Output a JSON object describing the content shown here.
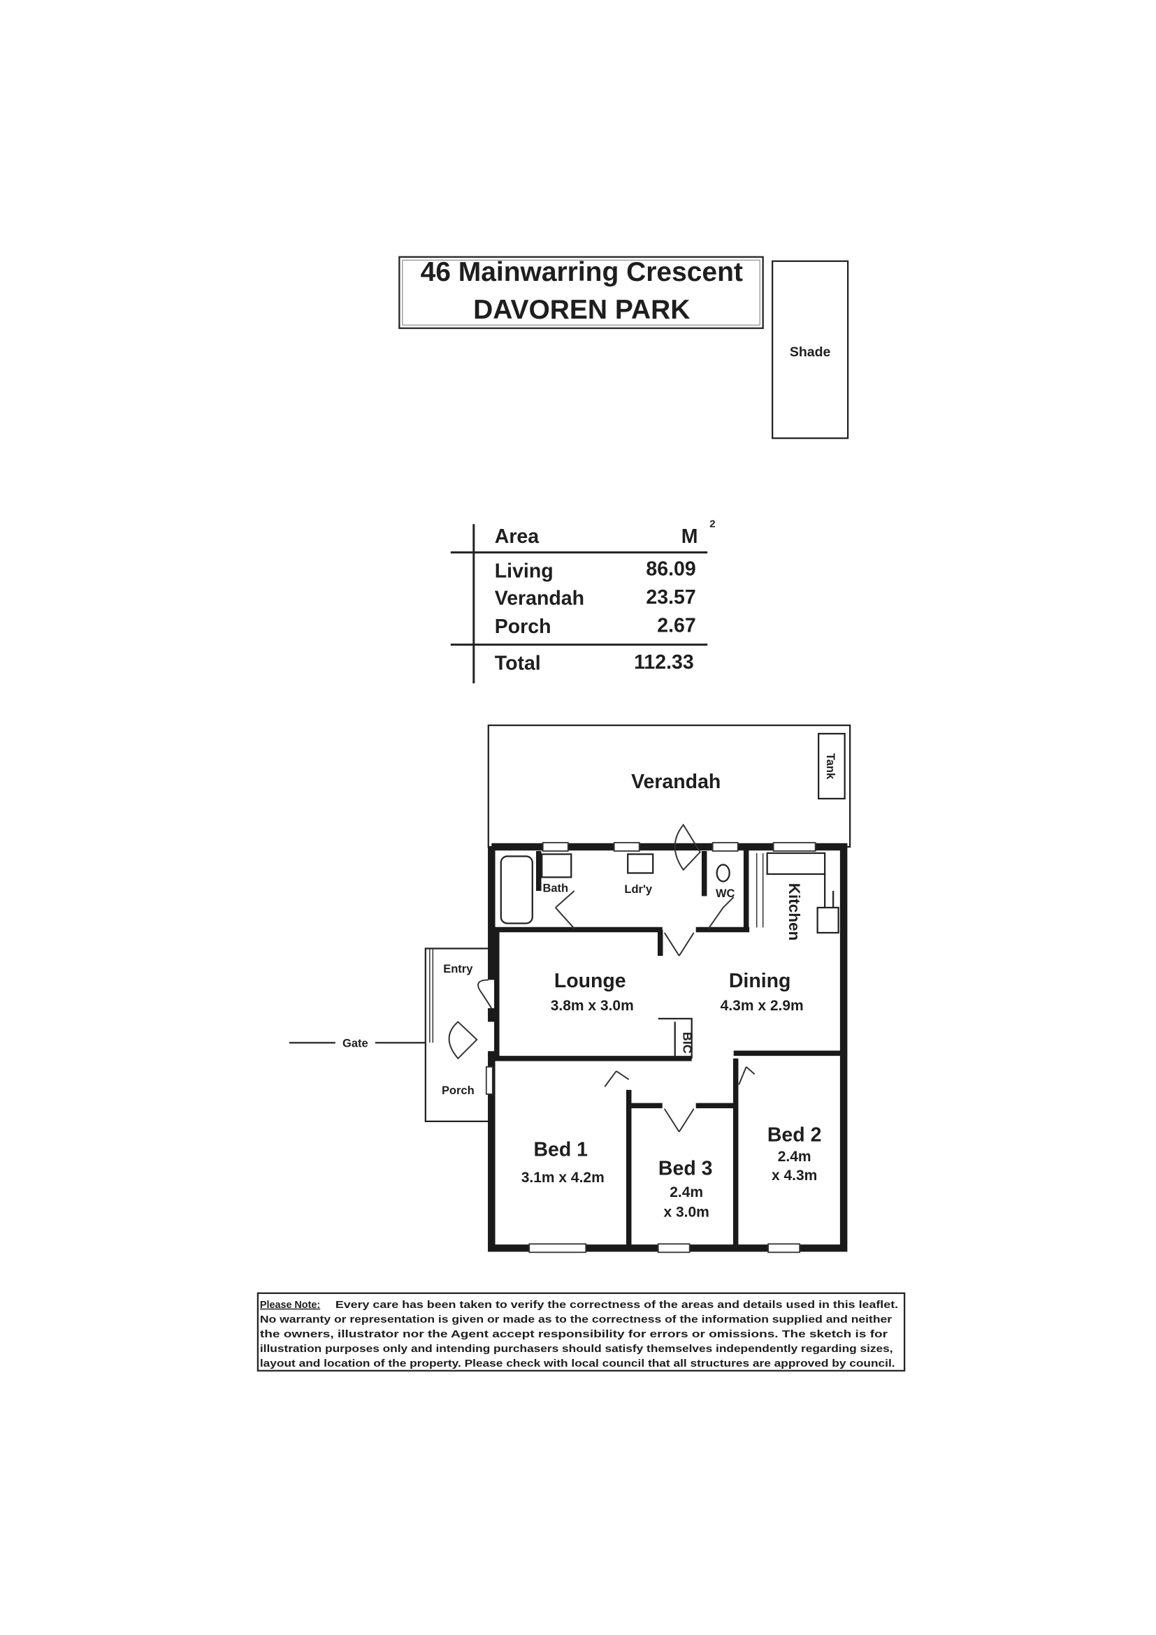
{
  "title": {
    "line1": "46 Mainwarring Crescent",
    "line2": "DAVOREN PARK"
  },
  "shade_label": "Shade",
  "area_table": {
    "header": {
      "label": "Area",
      "unit": "M",
      "unit_sup": "2"
    },
    "rows": [
      {
        "label": "Living",
        "value": "86.09"
      },
      {
        "label": "Verandah",
        "value": "23.57"
      },
      {
        "label": "Porch",
        "value": "2.67"
      }
    ],
    "total": {
      "label": "Total",
      "value": "112.33"
    }
  },
  "floorplan": {
    "verandah": "Verandah",
    "tank": "Tank",
    "bath": "Bath",
    "laundry": "Ldr'y",
    "wc": "WC",
    "kitchen": "Kitchen",
    "lounge": {
      "name": "Lounge",
      "size": "3.8m x 3.0m"
    },
    "dining": {
      "name": "Dining",
      "size": "4.3m x 2.9m"
    },
    "bic": "BIC",
    "entry": "Entry",
    "porch": "Porch",
    "gate": "Gate",
    "bed1": {
      "name": "Bed 1",
      "size": "3.1m x 4.2m"
    },
    "bed3": {
      "name": "Bed 3",
      "size1": "2.4m",
      "size2": "x 3.0m"
    },
    "bed2": {
      "name": "Bed 2",
      "size1": "2.4m",
      "size2": "x 4.3m"
    }
  },
  "disclaimer": {
    "heading": "Please Note:",
    "line1": "Every care has  been  taken to verify  the correctness of the areas and   details used in  this leaflet.",
    "line2": "No warranty  or representation  is given or made as to the correctness of the information supplied  and neither",
    "line3": "the  owners,  illustrator  nor  the  Agent   accept   responsibility  for  errors  or  omissions.  The  sketch  is  for",
    "line4": "illustration purposes only and intending purchasers should satisfy themselves independently  regarding sizes,",
    "line5": "layout and location of the property.  Please check with local council that all structures are approved by council."
  }
}
